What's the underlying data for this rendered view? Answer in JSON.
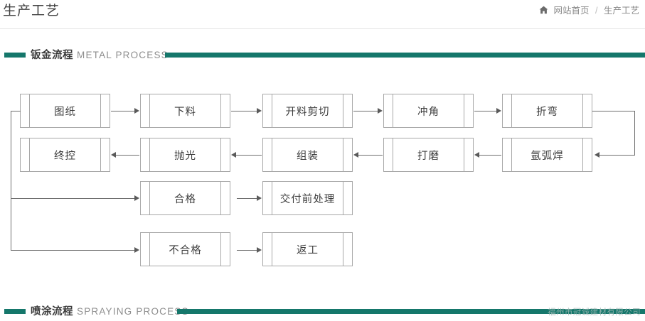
{
  "header": {
    "page_title": "生产工艺",
    "breadcrumb": {
      "home_icon": "home-icon",
      "home_label": "网站首页",
      "separator": "/",
      "current_label": "生产工艺"
    }
  },
  "sections": [
    {
      "cn": "钣金流程",
      "en": "METAL  PROCESS"
    },
    {
      "cn": "喷涂流程",
      "en": "SPRAYING  PROCESS"
    }
  ],
  "watermark": "福州市冠诚建材有限公司",
  "colors": {
    "accent_teal": "#15776b",
    "node_border": "#a8a8a8",
    "connector": "#6f6f6f",
    "text": "#3d3d3d",
    "muted": "#8e8e8e"
  },
  "flow": {
    "nodes": {
      "n1": "图纸",
      "n2": "下料",
      "n3": "开料剪切",
      "n4": "冲角",
      "n5": "折弯",
      "n6": "氩弧焊",
      "n7": "打磨",
      "n8": "组装",
      "n9": "抛光",
      "n10": "终控",
      "n11": "合格",
      "n12": "交付前处理",
      "n13": "不合格",
      "n14": "返工"
    },
    "sequence": [
      "图纸",
      "下料",
      "开料剪切",
      "冲角",
      "折弯",
      "氩弧焊",
      "打磨",
      "组装",
      "抛光",
      "终控"
    ],
    "branches": [
      {
        "from": "终控",
        "to": "合格",
        "then": "交付前处理"
      },
      {
        "from": "终控",
        "to": "不合格",
        "then": "返工"
      }
    ]
  }
}
